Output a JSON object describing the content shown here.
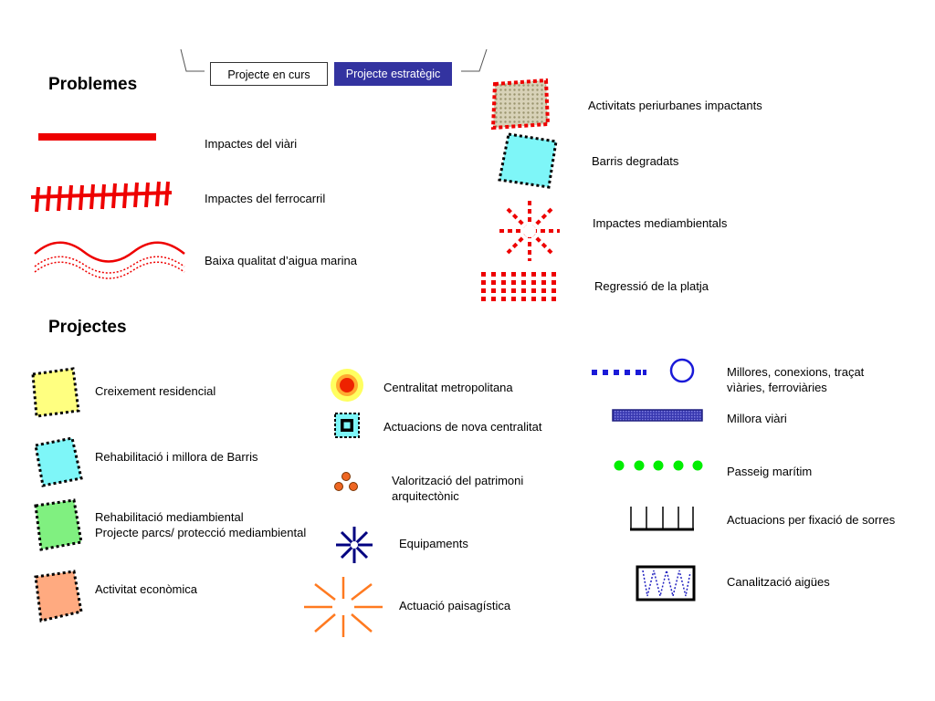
{
  "tabs": {
    "current": "Projecte en curs",
    "strategic": "Projecte estratègic"
  },
  "colors": {
    "strategic_tab_bg": "#3333a0",
    "problem_red": "#ee0000"
  },
  "problemes": {
    "heading": "Problemes",
    "left_items": [
      {
        "label": "Impactes del viàri",
        "icon": "road-line-icon"
      },
      {
        "label": "Impactes del ferrocarril",
        "icon": "railway-line-icon"
      },
      {
        "label": "Baixa qualitat d’aigua marina",
        "icon": "wave-line-icon"
      }
    ],
    "right_items": [
      {
        "label": "Activitats periurbanes impactants",
        "icon": "dotted-tan-square-icon"
      },
      {
        "label": "Barris degradats",
        "icon": "cyan-square-icon"
      },
      {
        "label": "Impactes mediambientals",
        "icon": "red-starburst-icon"
      },
      {
        "label": "Regressió de la platja",
        "icon": "red-dot-grid-icon"
      }
    ]
  },
  "projectes": {
    "heading": "Projectes",
    "col1": [
      {
        "label": "Creixement residencial",
        "icon": "yellow-square-icon"
      },
      {
        "label": "Rehabilitació i millora de Barris",
        "icon": "cyan-square-icon"
      },
      {
        "label": "Rehabilitació mediambiental",
        "label2": "Projecte parcs/ protecció mediambiental",
        "icon": "green-square-icon"
      },
      {
        "label": "Activitat econòmica",
        "icon": "orange-square-icon"
      }
    ],
    "col2": [
      {
        "label": "Centralitat metropolitana",
        "icon": "target-icon"
      },
      {
        "label": "Actuacions de nova centralitat",
        "icon": "cyan-box-icon"
      },
      {
        "label": "Valorització del patrimoni",
        "label2": "arquitectònic",
        "icon": "three-dots-icon"
      },
      {
        "label": "Equipaments",
        "icon": "blue-asterisk-icon"
      },
      {
        "label": "Actuació paisagística",
        "icon": "orange-sunburst-icon"
      }
    ],
    "col3": [
      {
        "label": "Millores, conexions, traçat",
        "label2": "vìàries, ferroviàries",
        "icon": "blue-dash-circle-icon"
      },
      {
        "label": "Millora viàri",
        "icon": "blue-bar-icon"
      },
      {
        "label": "Passeig marítim",
        "icon": "green-dots-icon"
      },
      {
        "label": "Actuacions per fixació de sorres",
        "icon": "comb-icon"
      },
      {
        "label": "Canalització aigües",
        "icon": "zigzag-box-icon"
      }
    ]
  }
}
